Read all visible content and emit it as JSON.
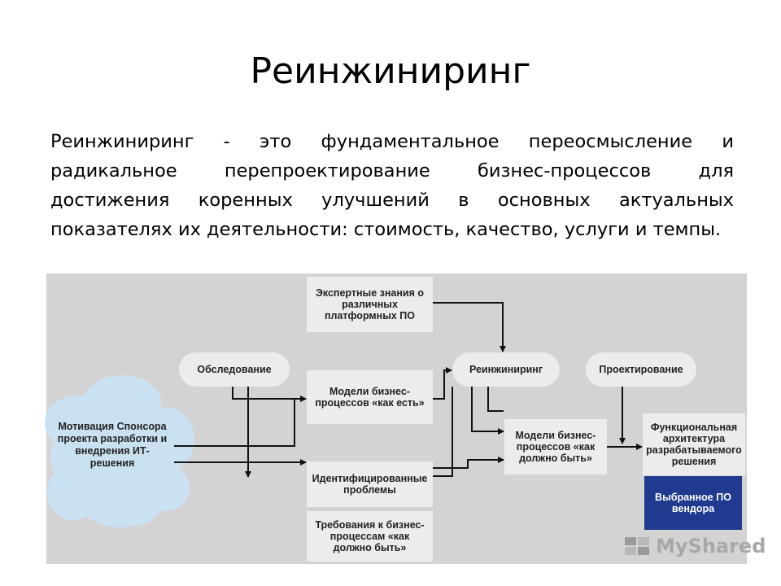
{
  "slide": {
    "title": "Реинжиниринг",
    "definition": "Реинжиниринг - это фундаментальное переосмысление и радикальное перепроектирование бизнес-процессов для достижения коренных улучшений в основных актуальных показателях их деятельности: стоимость, качество, услуги и темпы."
  },
  "diagram": {
    "nodes": {
      "expert": "Экспертные знания о различных платформных ПО",
      "survey": "Обследование",
      "reengineering": "Реинжиниринг",
      "design": "Проектирование",
      "motivation": "Мотивация Спонсора проекта разработки и внедрения ИТ-решения",
      "asis": "Модели бизнес-процессов «как есть»",
      "tobe": "Модели бизнес-процессов «как должно быть»",
      "arch": "Функциональная архитектура разрабатываемого решения",
      "problems": "Идентифицированные проблемы",
      "vendor": "Выбранное ПО вендора",
      "requirements": "Требования к бизнес-процессам «как должно быть»"
    },
    "colors": {
      "panel": "#d3d3d3",
      "box": "#ececec",
      "cloud": "#c9e1f1",
      "vendor": "#1f3a8f",
      "arrow": "#111111"
    }
  },
  "watermark": {
    "text": "MyShared",
    "icon": "myshared-logo-icon"
  }
}
